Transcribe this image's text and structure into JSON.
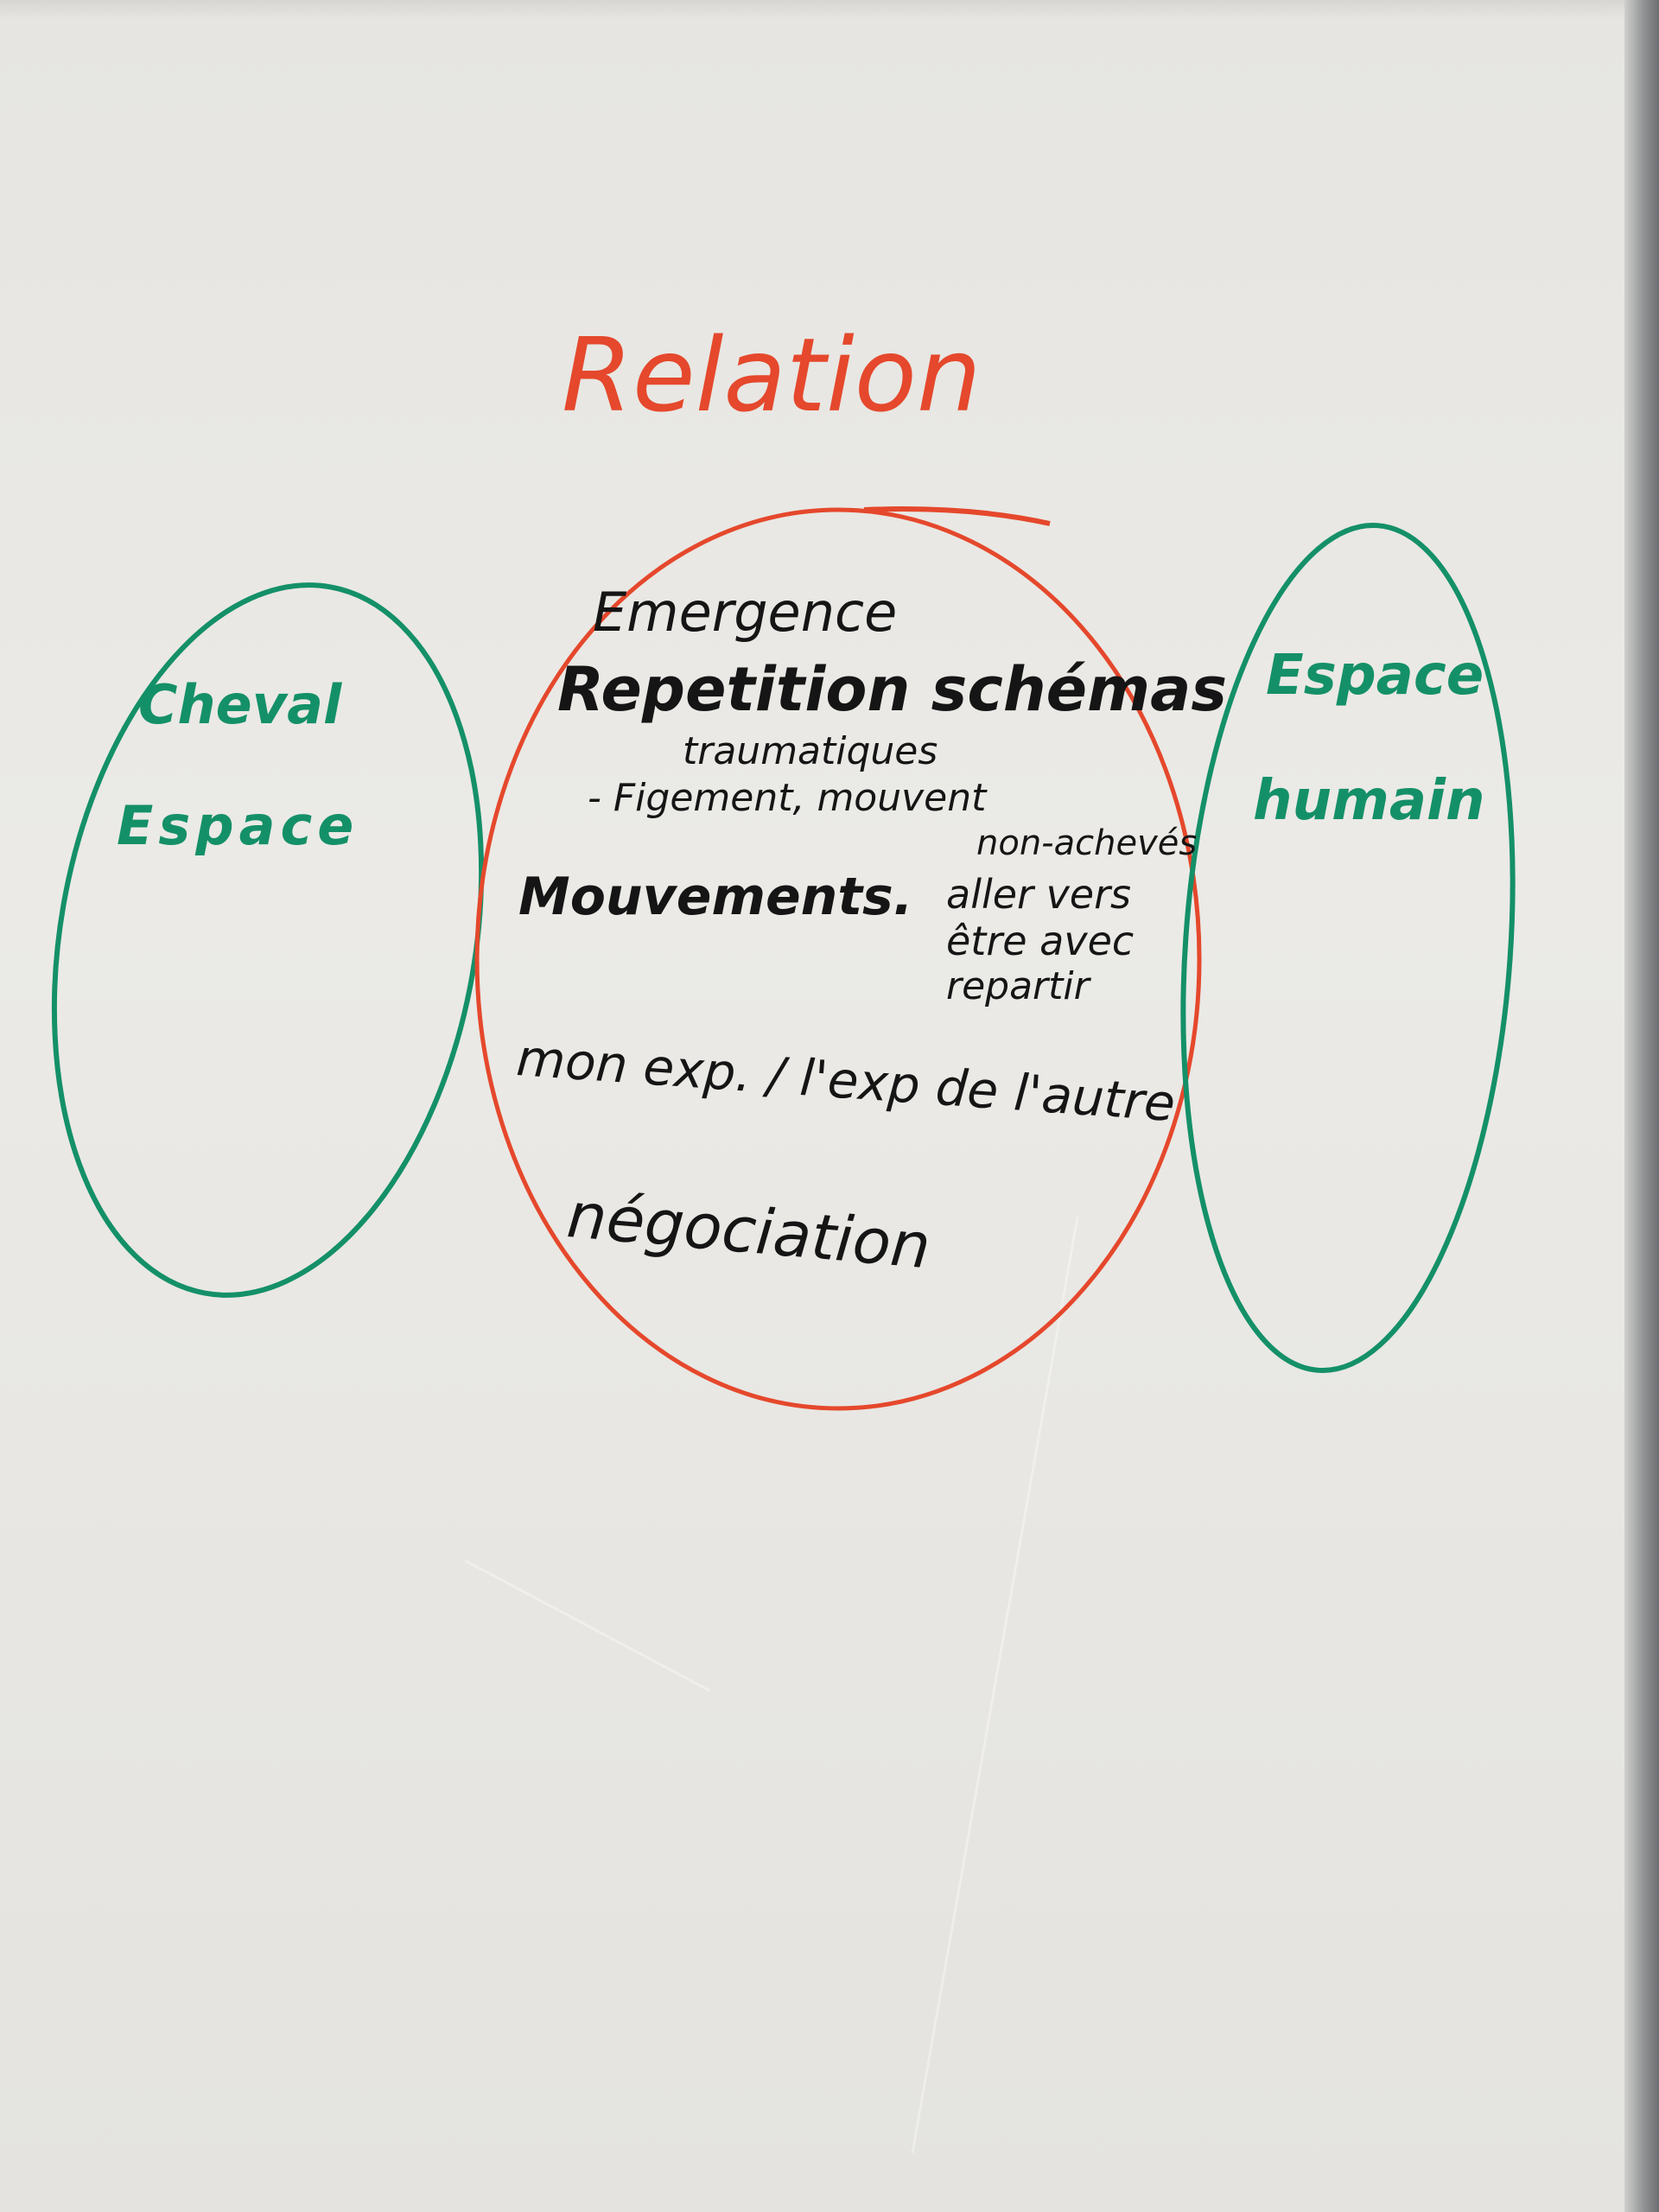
{
  "title": "Relation",
  "colors": {
    "title": "#e5482c",
    "center_circle": "#e5482c",
    "side_ellipses": "#149068",
    "body_text": "#151515",
    "paper": "#e8e7e3"
  },
  "left_circle": {
    "lines": [
      "Cheval",
      "Espace"
    ]
  },
  "right_circle": {
    "lines": [
      "Espace",
      "humain"
    ]
  },
  "center_circle": {
    "emergence": "Emergence",
    "repetition": "Repetition schémas",
    "traumatiques": "traumatiques",
    "figement": "- Figement, mouvent",
    "non_acheves": "non-achevés",
    "mouvements": "Mouvements.",
    "aller_vers": "aller vers",
    "etre_avec": "être avec",
    "repartir": "repartir",
    "experience": "mon exp. / l'exp de l'autre",
    "negociation": "négociation"
  }
}
